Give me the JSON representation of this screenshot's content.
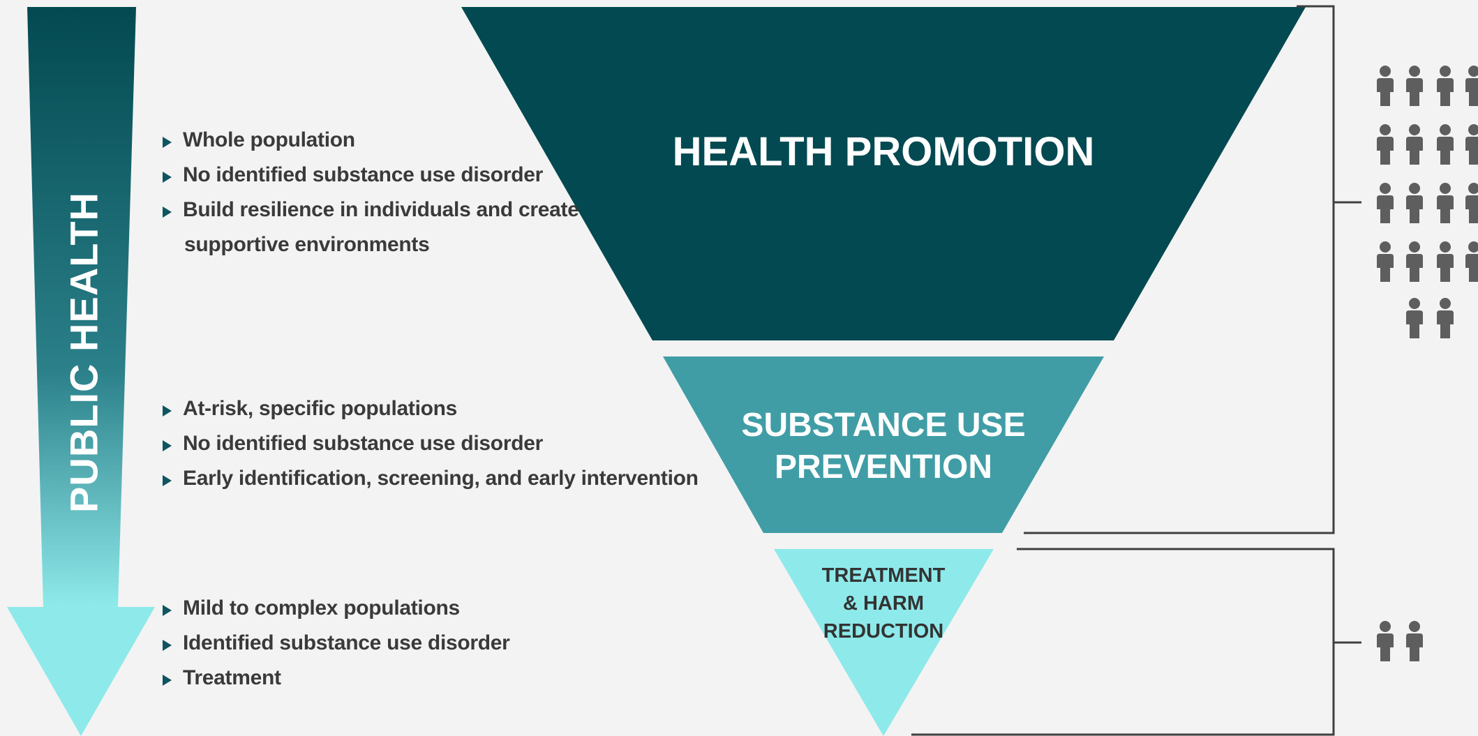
{
  "arrow": {
    "label": "PUBLIC HEALTH"
  },
  "tiers": [
    {
      "label_lines": [
        "HEALTH PROMOTION"
      ],
      "color": "#034951",
      "text_color": "#ffffff",
      "bullets": [
        "Whole population",
        "No identified substance use disorder",
        "Build resilience in individuals and create",
        "supportive environments"
      ]
    },
    {
      "label_lines": [
        "SUBSTANCE USE",
        "PREVENTION"
      ],
      "color": "#409da5",
      "text_color": "#ffffff",
      "bullets": [
        "At-risk, specific populations",
        "No identified substance use disorder",
        "Early identification, screening, and early intervention"
      ]
    },
    {
      "label_lines": [
        "TREATMENT",
        "& HARM",
        "REDUCTION"
      ],
      "color": "#8ee9ea",
      "text_color": "#333333",
      "bullets": [
        "Mild to complex populations",
        "Identified substance use disorder",
        "Treatment"
      ]
    }
  ],
  "icons": {
    "person_icon": "person-icon",
    "upper_group_count": 18,
    "lower_group_count": 2,
    "person_color": "#5e5e5e"
  },
  "colors": {
    "arrow_top": "#034951",
    "arrow_bottom": "#8ee9ea",
    "bracket": "#3f3f3f",
    "bullet": "#0e5560",
    "bullet_text": "#3a3a3a",
    "background": "#f3f3f3"
  }
}
